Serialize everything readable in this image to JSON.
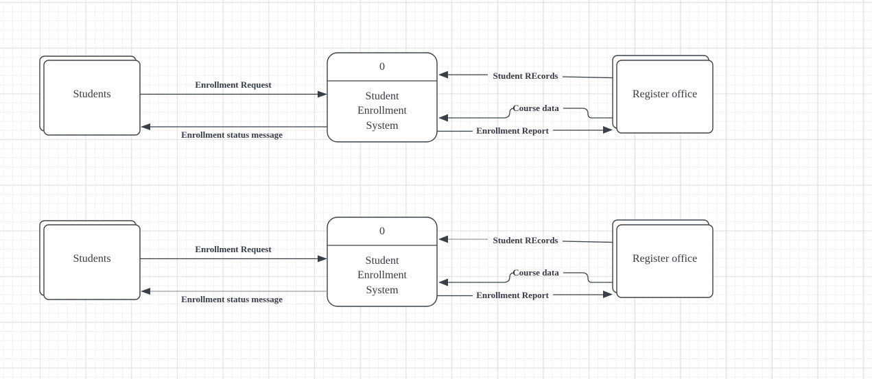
{
  "colors": {
    "stroke": "#3A4049",
    "text_color": "#343A46",
    "gray_line": "#9A9DA3",
    "canvas_bg": "#FFFFFF",
    "grid_minor": "#F1F1F1",
    "grid_major": "#E0E0E0"
  },
  "diagrams": [
    {
      "students_label": "Students",
      "process_number": "0",
      "process_name_lines": [
        "Student",
        "Enrollment",
        "System"
      ],
      "register_label": "Register office",
      "flows": {
        "enrollment_request": "Enrollment Request",
        "enrollment_status": "Enrollment status message",
        "student_records": "Student REcords",
        "course_data": "Course data",
        "enrollment_report": "Enrollment Report"
      }
    },
    {
      "students_label": "Students",
      "process_number": "0",
      "process_name_lines": [
        "Student",
        "Enrollment",
        "System"
      ],
      "register_label": "Register office",
      "flows": {
        "enrollment_request": "Enrollment Request",
        "enrollment_status": "Enrollment status message",
        "student_records": "Student REcords",
        "course_data": "Course data",
        "enrollment_report": "Enrollment Report"
      }
    }
  ]
}
